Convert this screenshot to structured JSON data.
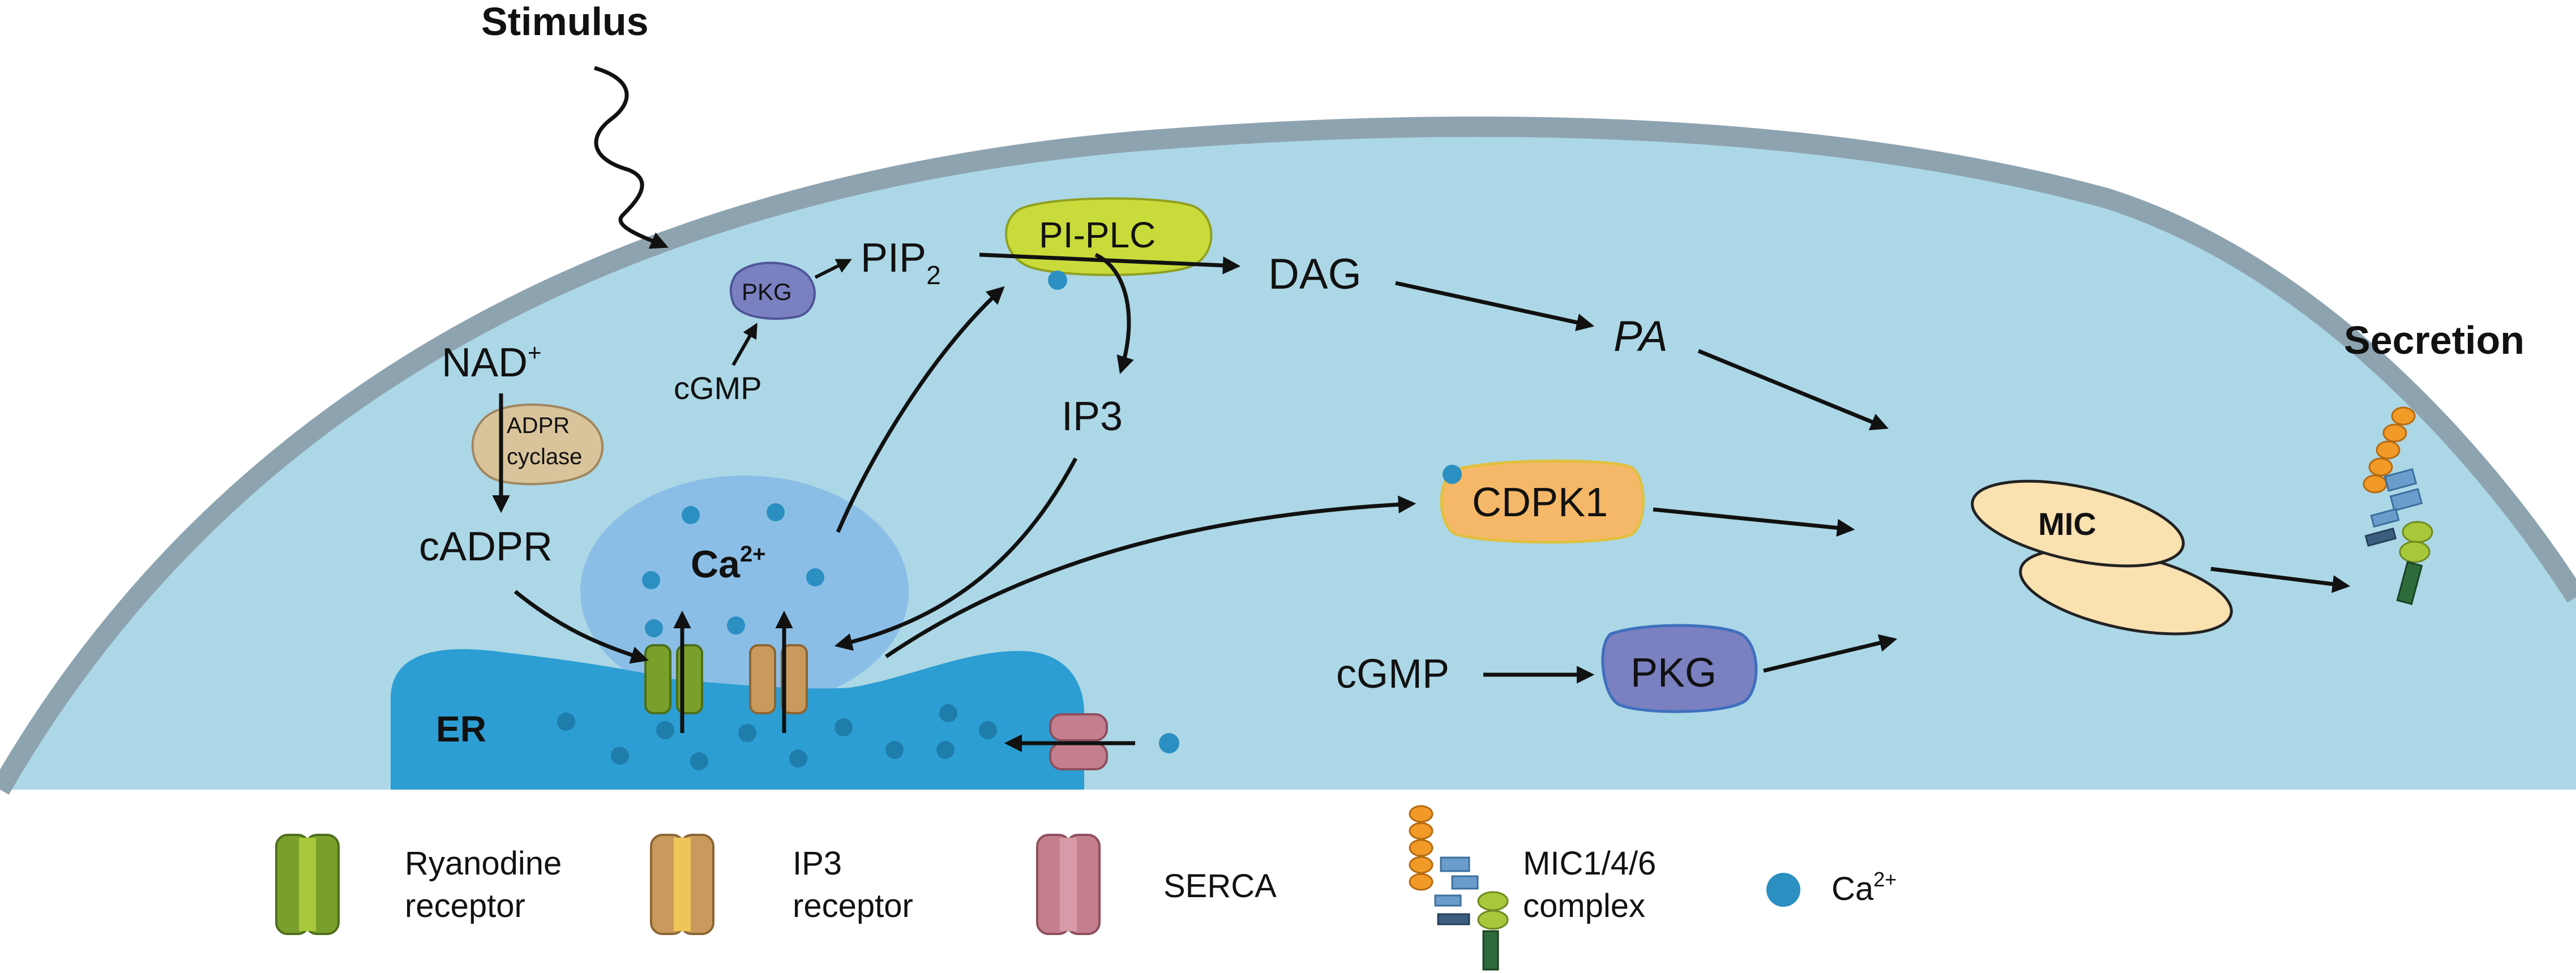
{
  "labels": {
    "stimulus": "Stimulus",
    "secretion": "Secretion",
    "nad": "NAD",
    "nad_sup": "+",
    "adpr_cyclase_1": "ADPR",
    "adpr_cyclase_2": "cyclase",
    "cadpr": "cADPR",
    "pkg_small": "PKG",
    "cgmp_small": "cGMP",
    "pip": "PIP",
    "pip_sub": "2",
    "pi_plc": "PI-PLC",
    "dag": "DAG",
    "pa": "PA",
    "ip3": "IP3",
    "ca": "Ca",
    "ca_sup": "2+",
    "cdpk1": "CDPK1",
    "cgmp": "cGMP",
    "pkg": "PKG",
    "mic": "MIC",
    "er": "ER"
  },
  "legend": [
    {
      "line1": "Ryanodine",
      "line2": "receptor",
      "icon": "ryanodine-receptor-icon"
    },
    {
      "line1": "IP3",
      "line2": "receptor",
      "icon": "ip3-receptor-icon"
    },
    {
      "line1": "SERCA",
      "line2": "",
      "icon": "serca-icon"
    },
    {
      "line1": "MIC1/4/6",
      "line2": "complex",
      "icon": "mic-complex-icon"
    },
    {
      "line1": "Ca",
      "sup": "2+",
      "icon": "calcium-dot-icon"
    }
  ],
  "colors": {
    "cell": "#acd7e6",
    "membrane": "#8ea3b0",
    "store": "#8bbee6",
    "er": "#2c9ed3",
    "calcium": "#2b8fc2",
    "pi_plc": "#c9db3a",
    "cdpk1": "#f5b868",
    "pkg": "#7a80c0",
    "mic": "#f9e1b0",
    "adpr": "#d9c39b",
    "ryanodine": "#7aa02c",
    "ip3_receptor": "#c99a5c",
    "serca": "#c47f8f",
    "mic_orange": "#f29a28",
    "mic_blue": "#6a9ccc",
    "mic_green": "#a8c83c",
    "mic_dark": "#2e6b3a"
  }
}
